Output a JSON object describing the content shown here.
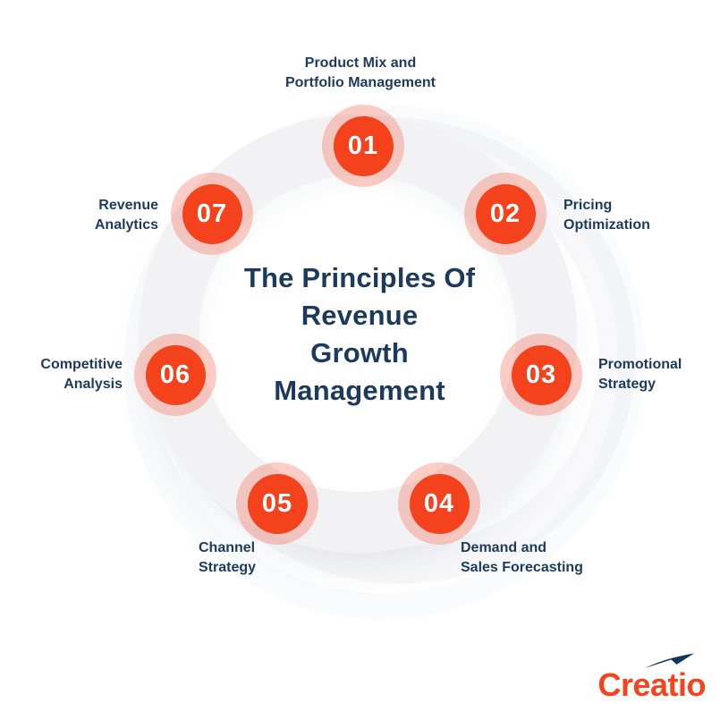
{
  "title": {
    "lines": [
      "The Principles Of",
      "Revenue",
      "Growth",
      "Management"
    ]
  },
  "items": [
    {
      "number": "01",
      "label_lines": [
        "Product Mix and",
        "Portfolio Management"
      ]
    },
    {
      "number": "02",
      "label_lines": [
        "Pricing",
        "Optimization"
      ]
    },
    {
      "number": "03",
      "label_lines": [
        "Promotional",
        "Strategy"
      ]
    },
    {
      "number": "04",
      "label_lines": [
        "Demand and",
        "Sales Forecasting"
      ]
    },
    {
      "number": "05",
      "label_lines": [
        "Channel",
        "Strategy"
      ]
    },
    {
      "number": "06",
      "label_lines": [
        "Competitive",
        "Analysis"
      ]
    },
    {
      "number": "07",
      "label_lines": [
        "Revenue",
        "Analytics"
      ]
    }
  ],
  "brand": {
    "name": "Creatio",
    "logo_arrow_icon": "paper-plane-swoosh-icon"
  },
  "colors": {
    "accent_orange": "#f4421d",
    "halo_pink": "rgba(244,66,29,0.26)",
    "navy_text": "#1b3a5d",
    "ring_gray": "#f2f2f5",
    "background": "#ffffff"
  }
}
